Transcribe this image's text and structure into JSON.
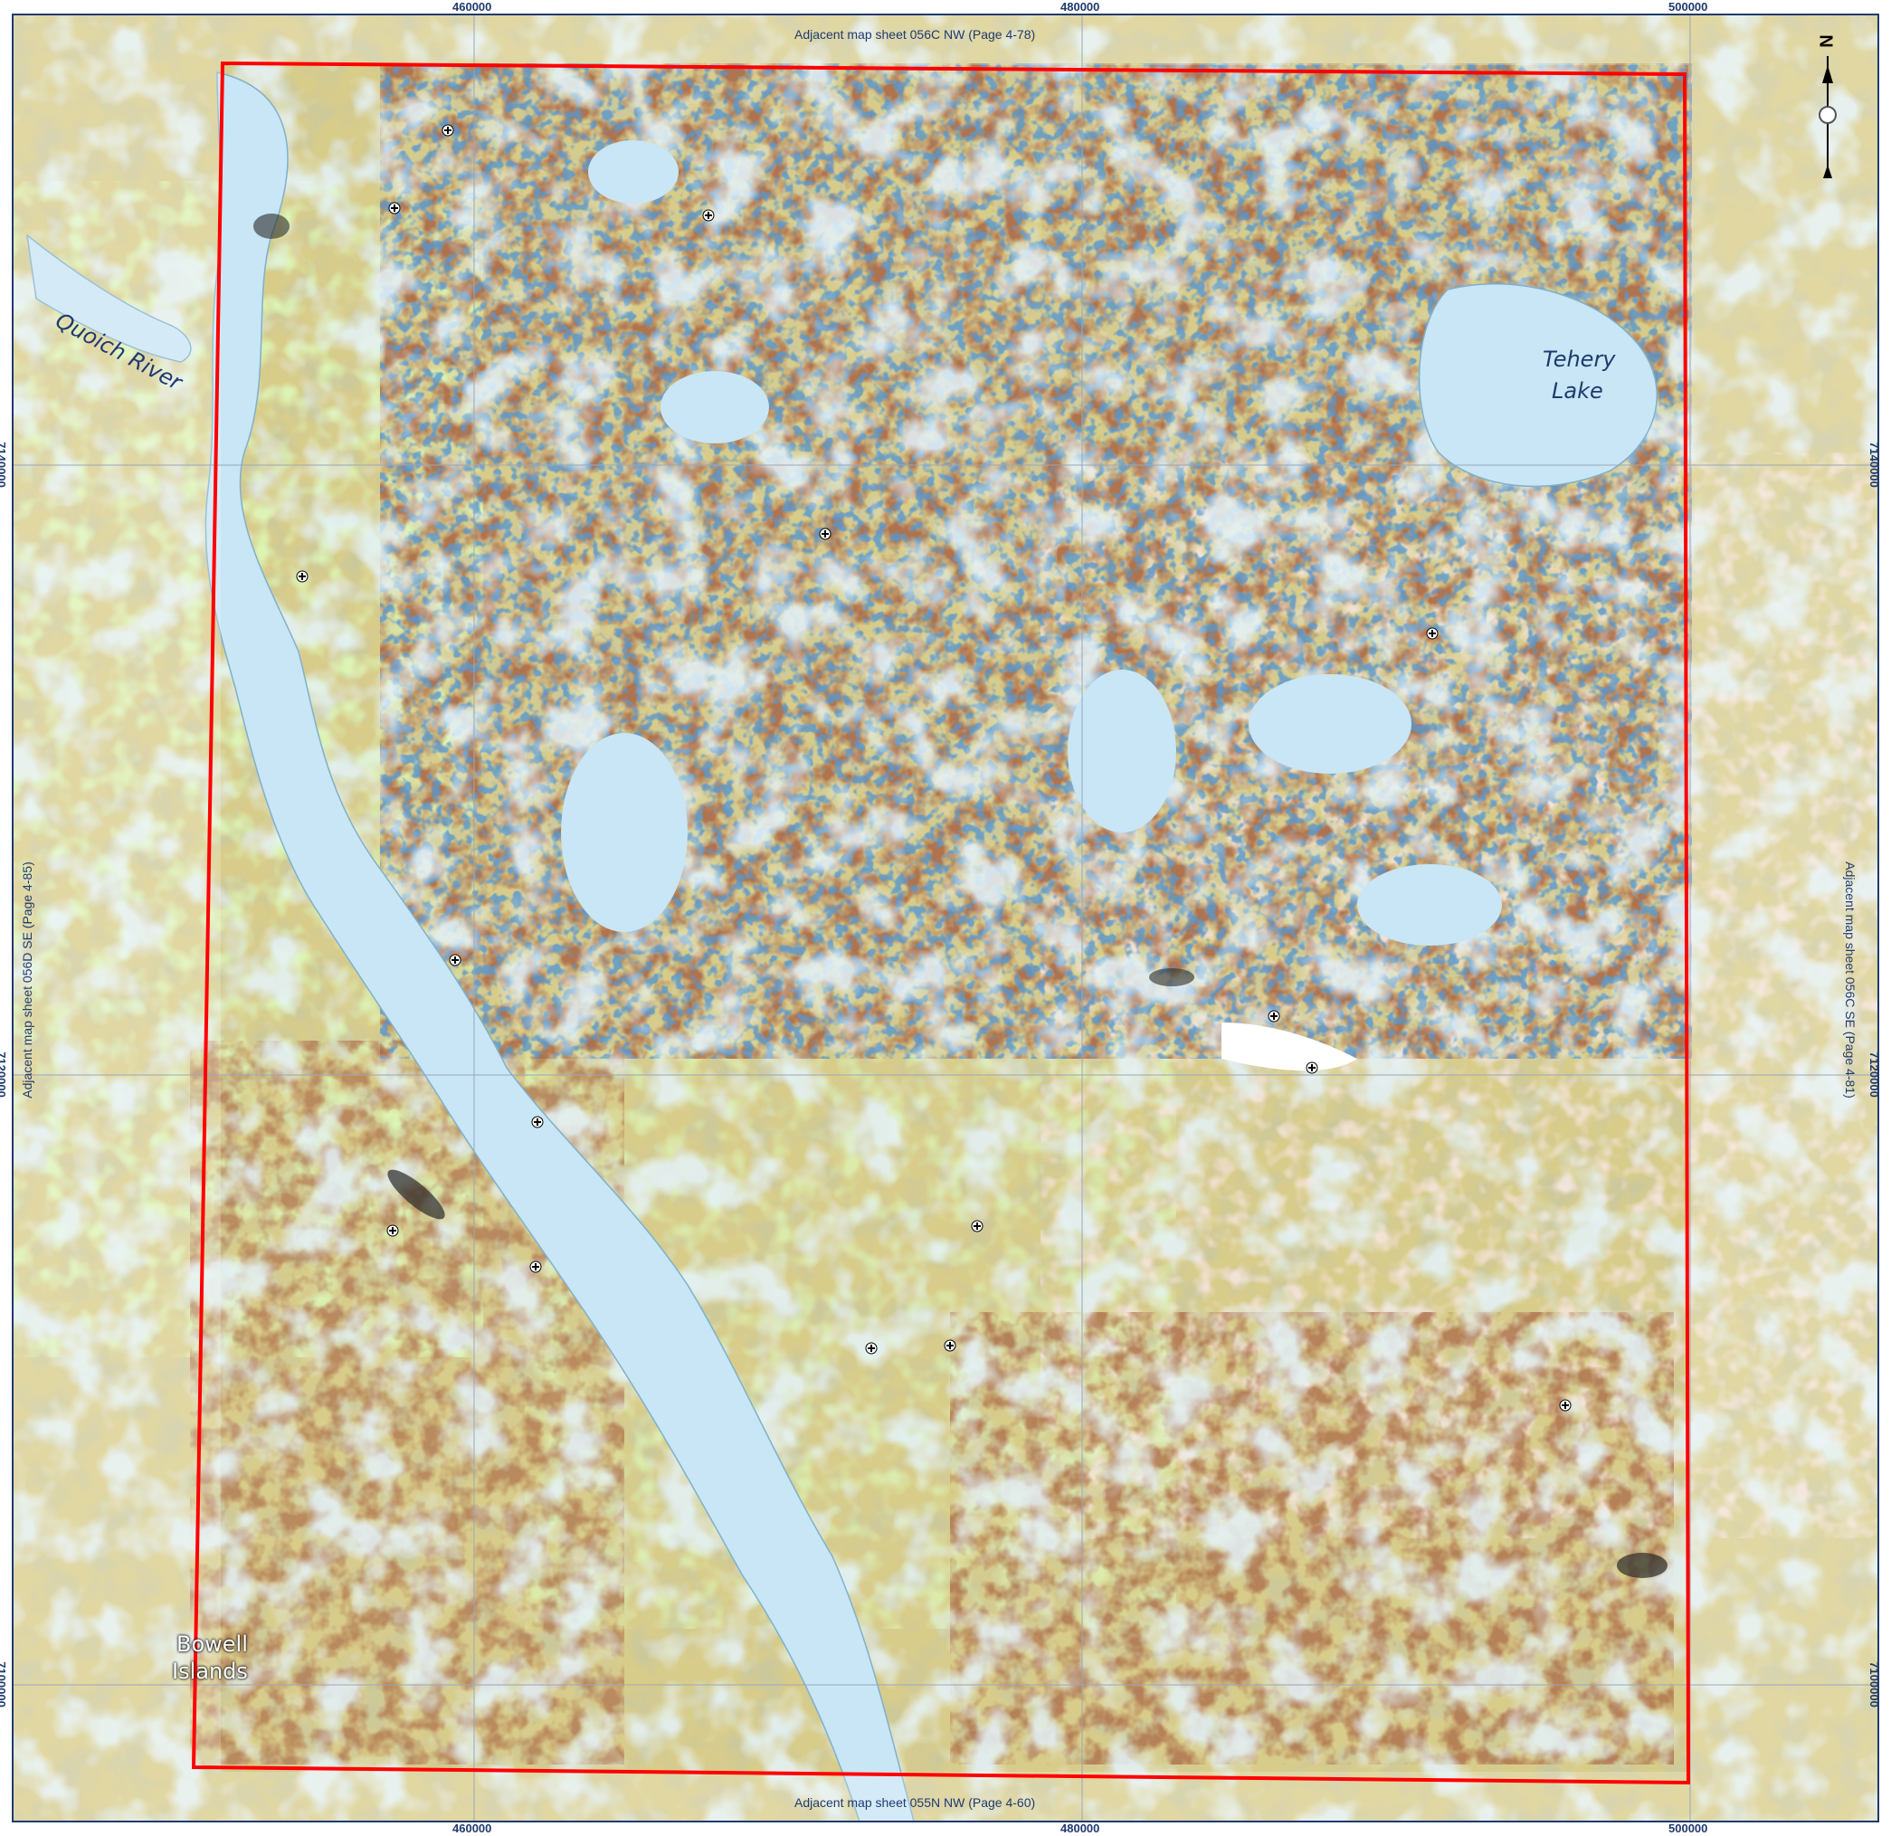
{
  "colors": {
    "water": "#c8e6f5",
    "waterEdge": "#7fb0cc",
    "darkBrown": "#6b2a12",
    "olive": "#9a9455",
    "khaki": "#d8cc8a",
    "lightGreen": "#b9ea7a",
    "pink": "#e8c8b8",
    "deepBlue": "#1a4f9c",
    "black": "#2a2a2a",
    "studyBoundary": "#ff0000",
    "gridLine": "#9aa7b8",
    "labelBlue": "#1f3a6e"
  },
  "grid": {
    "x_ticks": [
      "460000",
      "480000",
      "500000"
    ],
    "y_ticks": [
      "7140000",
      "7120000",
      "7100000"
    ]
  },
  "adjacent_sheets": {
    "top": "Adjacent map sheet 056C NW (Page 4-78)",
    "bottom": "Adjacent map sheet 055N NW (Page 4-60)",
    "left": "Adjacent map sheet 056D SE (Page 4-85)",
    "right": "Adjacent map sheet 056C SE (Page 4-81)"
  },
  "places": {
    "quoich_river": "Quoich River",
    "tehery_lake_1": "Tehery",
    "tehery_lake_2": "Lake",
    "bowell_1": "Bowell",
    "bowell_2": "Islands"
  },
  "north_arrow": {
    "label": "N",
    "icon": "north-arrow-icon"
  }
}
